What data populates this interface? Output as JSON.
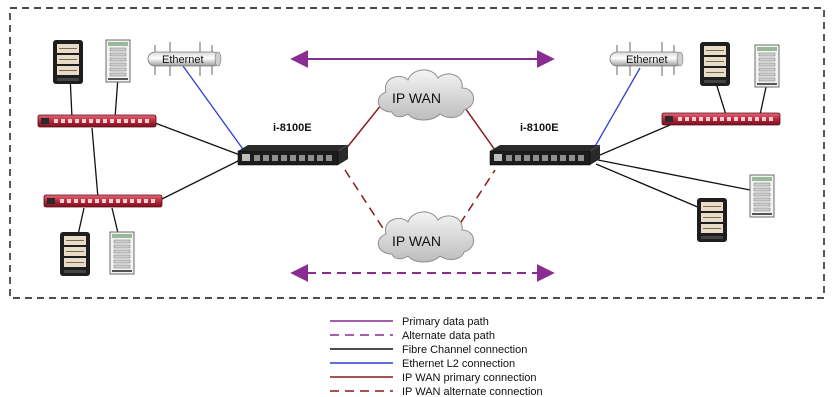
{
  "switch_left": {
    "label": "i-8100E"
  },
  "switch_right": {
    "label": "i-8100E"
  },
  "cloud_top": {
    "label": "IP WAN"
  },
  "cloud_bottom": {
    "label": "IP WAN"
  },
  "ethernet_left": {
    "label": "Ethernet"
  },
  "ethernet_right": {
    "label": "Ethernet"
  },
  "legend": {
    "items": [
      {
        "label": "Primary data path",
        "color": "#8a2d91",
        "dashed": false
      },
      {
        "label": "Alternate data path",
        "color": "#8a2d91",
        "dashed": true
      },
      {
        "label": "Fibre Channel connection",
        "color": "#111111",
        "dashed": false
      },
      {
        "label": "Ethernet L2 connection",
        "color": "#2b3fd1",
        "dashed": false
      },
      {
        "label": "IP WAN primary connection",
        "color": "#8b1a1a",
        "dashed": false
      },
      {
        "label": "IP WAN alternate connection",
        "color": "#8b1a1a",
        "dashed": true
      }
    ]
  }
}
